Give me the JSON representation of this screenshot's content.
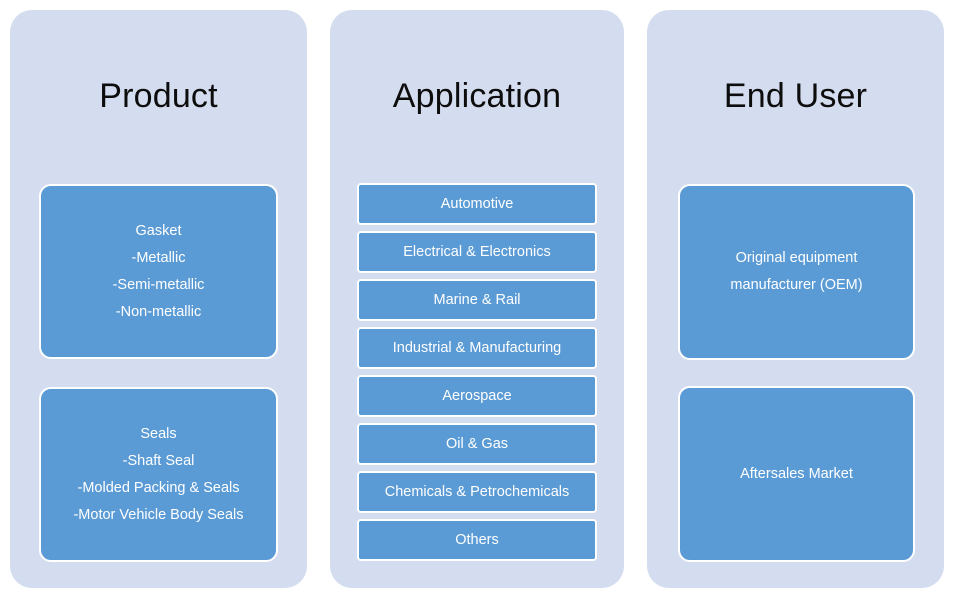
{
  "diagram": {
    "title": "",
    "colors": {
      "panel_background": "#d4ddef",
      "node_fill": "#5b9bd5",
      "node_border": "#ffffff",
      "node_text": "#ffffff",
      "title_text": "#0d0d0d",
      "page_background": "#ffffff"
    },
    "columns": [
      {
        "id": "product",
        "title": "Product",
        "nodes": [
          {
            "id": "gasket",
            "lines": [
              "Gasket",
              "-Metallic",
              "-Semi-metallic",
              "-Non-metallic"
            ]
          },
          {
            "id": "seals",
            "lines": [
              "Seals",
              "-Shaft Seal",
              "-Molded Packing & Seals",
              "-Motor Vehicle Body Seals"
            ]
          }
        ]
      },
      {
        "id": "application",
        "title": "Application",
        "nodes": [
          {
            "id": "automotive",
            "lines": [
              "Automotive"
            ]
          },
          {
            "id": "electrical-electronics",
            "lines": [
              "Electrical & Electronics"
            ]
          },
          {
            "id": "marine-rail",
            "lines": [
              "Marine & Rail"
            ]
          },
          {
            "id": "industrial-manufacturing",
            "lines": [
              "Industrial & Manufacturing"
            ]
          },
          {
            "id": "aerospace",
            "lines": [
              "Aerospace"
            ]
          },
          {
            "id": "oil-gas",
            "lines": [
              "Oil & Gas"
            ]
          },
          {
            "id": "chemicals-petrochemicals",
            "lines": [
              "Chemicals & Petrochemicals"
            ]
          },
          {
            "id": "others",
            "lines": [
              "Others"
            ]
          }
        ]
      },
      {
        "id": "enduser",
        "title": "End User",
        "nodes": [
          {
            "id": "oem",
            "lines": [
              "Original equipment",
              "manufacturer (OEM)"
            ]
          },
          {
            "id": "aftersales-market",
            "lines": [
              "Aftersales Market"
            ]
          }
        ]
      }
    ]
  }
}
